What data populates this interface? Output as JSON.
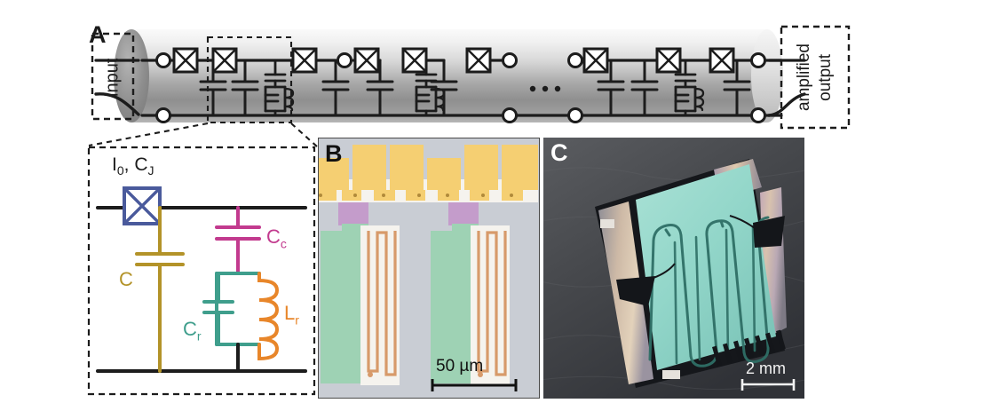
{
  "figure": {
    "panels": [
      {
        "letter": "A",
        "kind": "schematic"
      },
      {
        "letter": "B",
        "kind": "micrograph"
      },
      {
        "letter": "C",
        "kind": "photograph"
      }
    ]
  },
  "panel_a": {
    "letter": "A",
    "input_label": "input",
    "output_label_line1": "amplified",
    "output_label_line2": "output",
    "ellipsis": "…",
    "cell_count": 8,
    "description": "Transmission line of Josephson junctions with shunt capacitors and periodic LC resonator loading, drawn inside a 3D cylinder",
    "colors": {
      "wire": "#1c1c1c",
      "cylinder_light": "#f2f2f2",
      "cylinder_mid": "#9a9a9a",
      "cylinder_dark": "#8a8a8a",
      "cap_face": "#8e8e8e",
      "dashed_box": "#1c1c1c"
    }
  },
  "inset": {
    "junction_label": "I₀, CJ",
    "junction_label_sub_main": "I",
    "junction_label_sub_0": "0",
    "junction_label_cj_main": "C",
    "junction_label_cj_sub": "J",
    "cap_c_label": "C",
    "cap_cc_main": "C",
    "cap_cc_sub": "c",
    "cap_cr_main": "C",
    "cap_cr_sub": "r",
    "ind_lr_main": "L",
    "ind_lr_sub": "r",
    "colors": {
      "junction": "#4a5a9c",
      "c": "#b39329",
      "cc": "#c23a8e",
      "cr": "#3f9e8c",
      "lr": "#e8862a",
      "wire": "#1c1c1c",
      "dashed": "#1c1c1c"
    }
  },
  "panel_b": {
    "letter": "B",
    "scalebar_label": "50 µm",
    "description": "False-color optical micrograph of two unit cells",
    "colors": {
      "background": "#c9cdd4",
      "pad_yellow": "#f5cf72",
      "junction_purple": "#c49ccb",
      "cap_green": "#9ed2b4",
      "inductor_orange": "#d79a6a",
      "dielectric_white": "#f5f3ee",
      "border": "#4a4a4a"
    }
  },
  "panel_c": {
    "letter": "C",
    "scalebar_label": "2 mm",
    "description": "Photograph of the packaged chip with meandered transmission line",
    "colors": {
      "substrate_teal": "#8fd4c8",
      "chip_edge_black": "#14161a",
      "background_gray": "#4d4f52",
      "metal_tan": "#c9b49a",
      "metal_pink": "#c7a8b4"
    }
  }
}
